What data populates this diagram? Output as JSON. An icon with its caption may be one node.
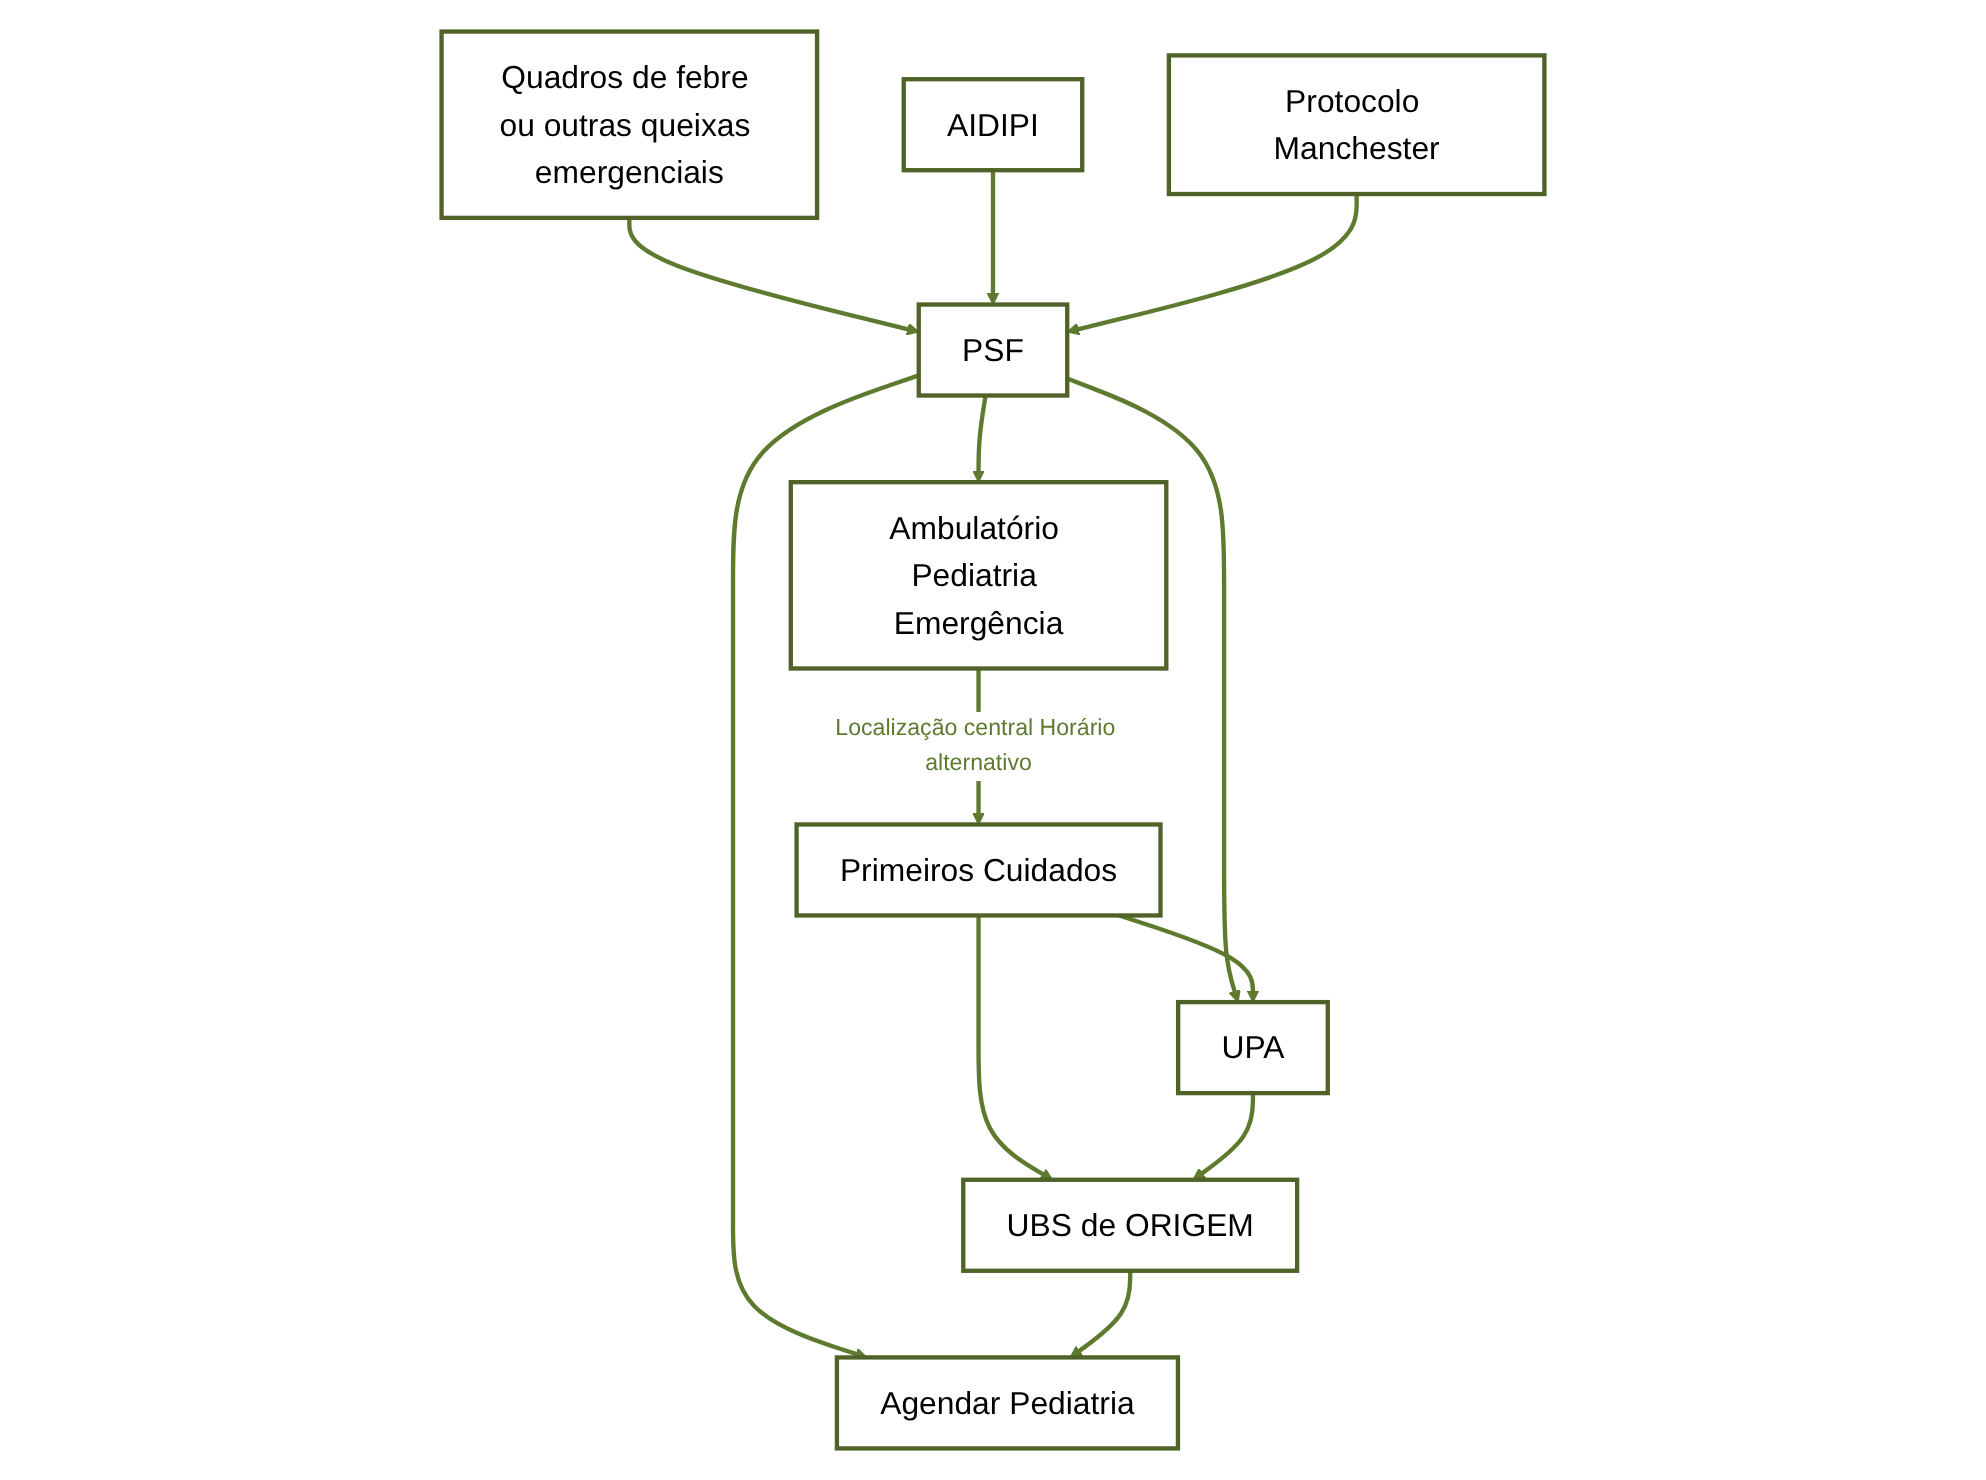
{
  "diagram": {
    "nodes": [
      {
        "text": [
          "Quadros de febre ou outras queixas emergenciais"
        ]
      },
      {
        "text": [
          "AIDIPI"
        ]
      },
      {
        "text": [
          "PSF"
        ]
      },
      {
        "text": [
          "Protocolo Manchester"
        ]
      },
      {
        "text": [
          "Ambulatório Pediatria Emergência"
        ]
      },
      {
        "text": [
          "Agendar Pediatria"
        ]
      },
      {
        "text": [
          "UPA"
        ]
      },
      {
        "text": [
          "Primeiros Cuidados"
        ]
      },
      {
        "text": [
          "UBS de ORIGEM"
        ]
      }
    ],
    "edges": [
      {
        "from": 0,
        "to": 2,
        "arrow": "to"
      },
      {
        "from": 1,
        "to": 2,
        "arrow": "to"
      },
      {
        "from": 3,
        "to": 2,
        "arrow": "to"
      },
      {
        "from": 2,
        "to": 4,
        "arrow": "to"
      },
      {
        "from": 2,
        "to": 5,
        "arrow": "to"
      },
      {
        "from": 2,
        "to": 6,
        "arrow": "to"
      },
      {
        "from": 4,
        "to": 7,
        "arrow": "to",
        "label": "Localização central Horário alternativo"
      },
      {
        "from": 7,
        "to": 8,
        "arrow": "to"
      },
      {
        "from": 8,
        "to": 5,
        "arrow": "to"
      },
      {
        "from": 6,
        "to": 8,
        "arrow": "to"
      },
      {
        "from": 7,
        "to": 6,
        "arrow": "to"
      }
    ]
  }
}
